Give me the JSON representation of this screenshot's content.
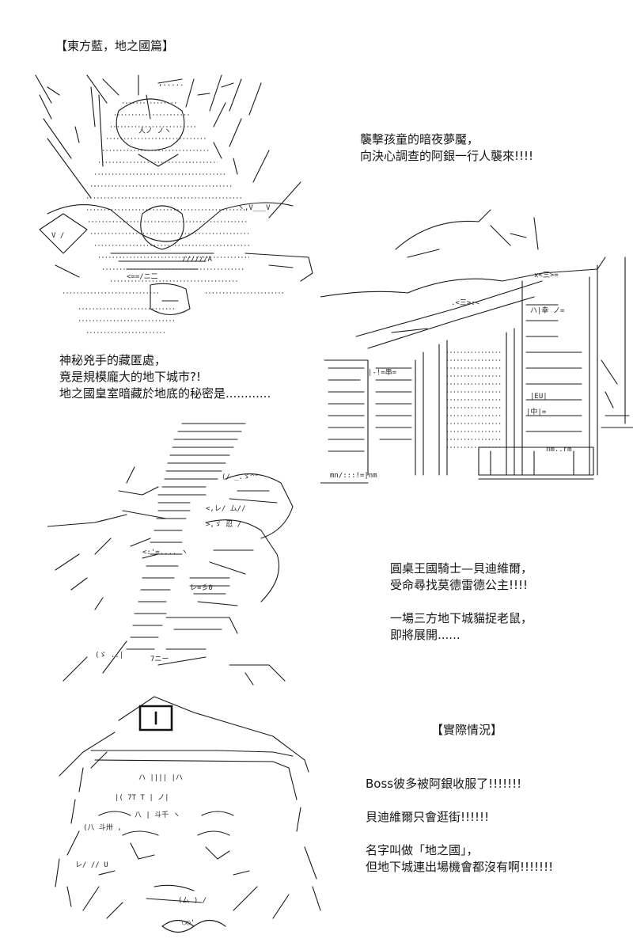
{
  "title": "【東方藍，地之國篇】",
  "panel1": {
    "lines": [
      "襲擊孩童的暗夜夢魘，",
      "向決心調查的阿銀一行人襲來!!!!"
    ]
  },
  "panel2": {
    "lines": [
      "神秘兇手的藏匿處，",
      "竟是規模龐大的地下城市?!",
      "地之國皇室暗藏於地底的秘密是............"
    ]
  },
  "panel3": {
    "lines": [
      "圓桌王國騎士—貝迪維爾，",
      "受命尋找莫德雷德公主!!!!",
      "",
      "一場三方地下城貓捉老鼠，",
      "即將展開......"
    ]
  },
  "panel4": {
    "heading": "【實際情況】",
    "lines": [
      "Boss彼多被阿銀收服了!!!!!!!",
      "",
      "貝迪維爾只會逛街!!!!!!",
      "",
      "名字叫做「地之國」，",
      "但地下城連出場機會都沒有啊!!!!!!!"
    ]
  }
}
